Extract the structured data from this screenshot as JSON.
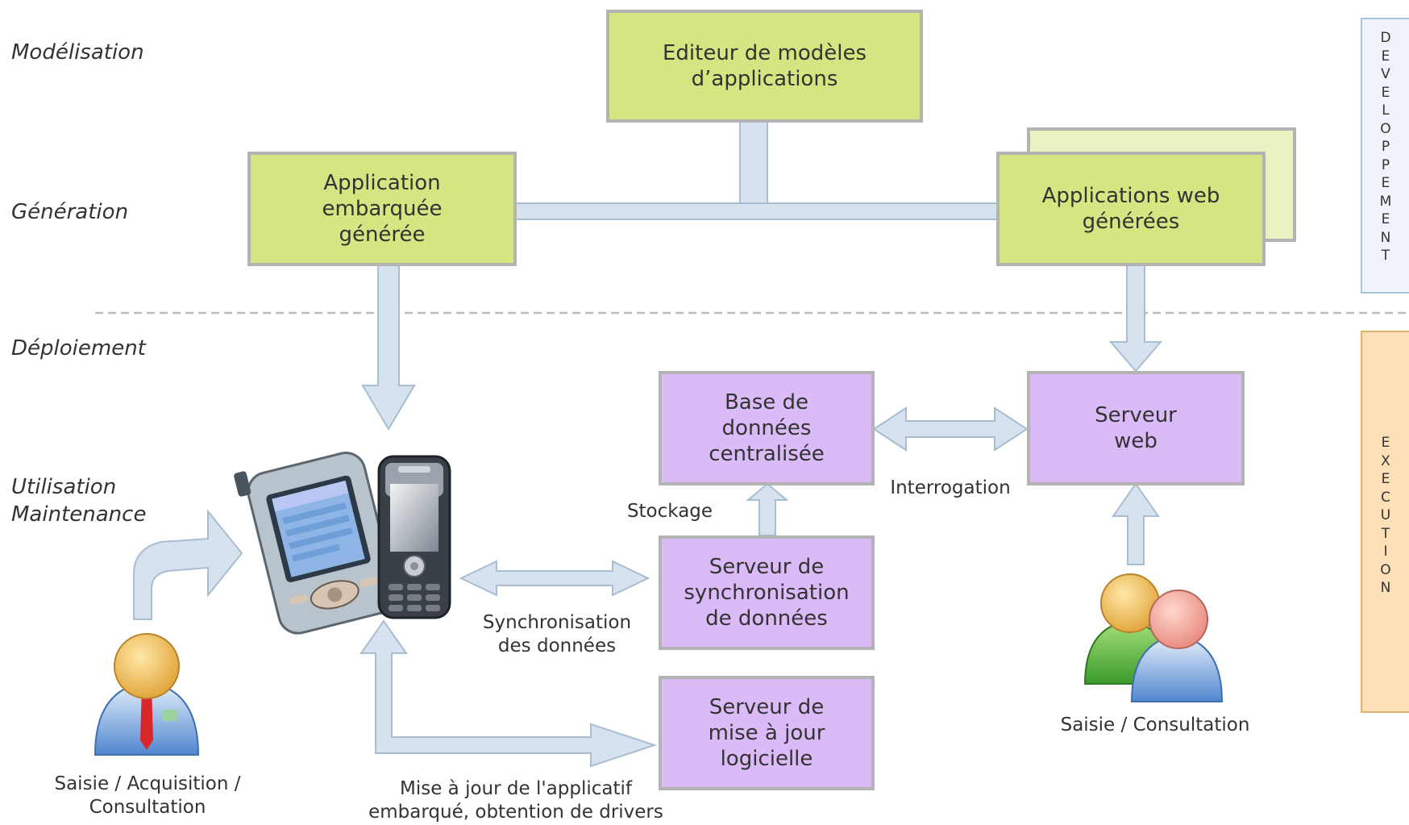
{
  "phases": {
    "modelisation": "Modélisation",
    "generation": "Génération",
    "deploiement": "Déploiement",
    "utilisation": "Utilisation\nMaintenance"
  },
  "boxes": {
    "editeur": "Editeur de modèles\nd’applications",
    "app_embarquee": "Application\nembarquée\ngénérée",
    "apps_web": "Applications web\ngénérées",
    "base_donnees": "Base de\ndonnées\ncentralisée",
    "serveur_web": "Serveur\nweb",
    "serveur_sync": "Serveur de\nsynchronisation\nde données",
    "serveur_maj": "Serveur de\nmise à jour\nlogicielle"
  },
  "labels": {
    "stockage": "Stockage",
    "interrogation": "Interrogation",
    "synchronisation": "Synchronisation\ndes données",
    "mise_a_jour": "Mise à jour de l'applicatif\nembarqué, obtention de drivers",
    "saisie_mobile": "Saisie / Acquisition /\nConsultation",
    "saisie_web": "Saisie / Consultation"
  },
  "side_panels": {
    "developpement": "DEVELOPPEMENT",
    "execution": "EXECUTION"
  },
  "colors": {
    "green_box": "#d4e682",
    "purple_box": "#dbbaf8",
    "connector": "#d6e3ef",
    "dev_panel": "#eef4fa",
    "exec_panel": "#fde0b8"
  }
}
